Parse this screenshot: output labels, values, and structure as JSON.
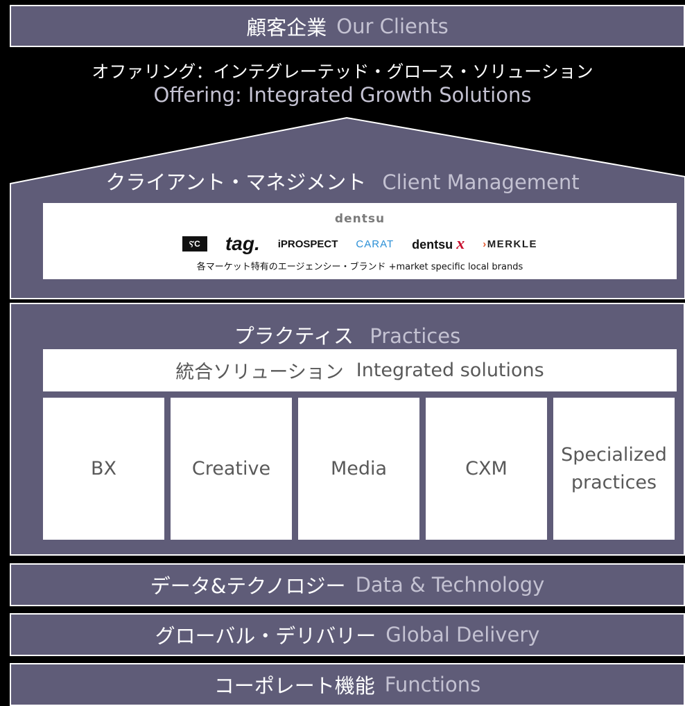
{
  "clients": {
    "jp": "顧客企業",
    "en": "Our Clients"
  },
  "offering": {
    "jp": "オファリング：インテグレーテッド・グロース・ソリューション",
    "en": "Offering: Integrated Growth Solutions"
  },
  "client_management": {
    "jp": "クライアント・マネジメント",
    "en": "Client Management",
    "brand_header": "dentsu",
    "logos": {
      "dc": "ⲊC",
      "tag": "tag.",
      "iprospect": "iPROSPECT",
      "carat": "CARAT",
      "dentsux_word": "dentsu",
      "dentsux_x": "x",
      "merkle_mark": "›",
      "merkle_word": "MERKLE"
    },
    "caption": "各マーケット特有のエージェンシー・ブランド  +market specific local brands"
  },
  "practices": {
    "jp": "プラクティス",
    "en": "Practices",
    "integrated_jp": "統合ソリューション",
    "integrated_en": "Integrated solutions",
    "items": [
      "BX",
      "Creative",
      "Media",
      "CXM",
      "Specialized practices"
    ]
  },
  "data_technology": {
    "jp": "データ&テクノロジー",
    "en": "Data & Technology"
  },
  "global_delivery": {
    "jp": "グローバル・デリバリー",
    "en": "Global Delivery"
  },
  "functions": {
    "jp": "コーポレート機能",
    "en": "Functions"
  },
  "colors": {
    "panel": "#5f5c78",
    "background": "#000000",
    "subtext": "#c4c2d2"
  }
}
